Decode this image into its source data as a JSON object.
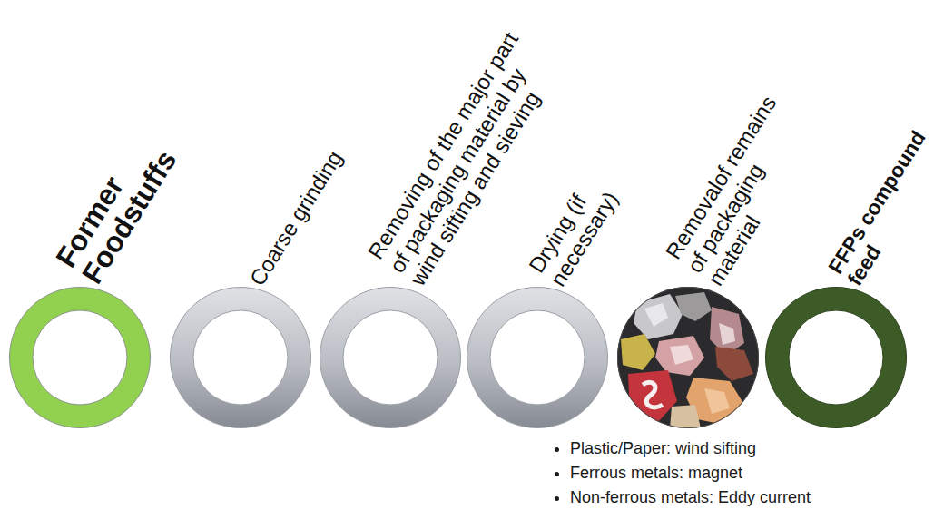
{
  "diagram": {
    "nodes": [
      {
        "text": [
          "Former Foodstuffs"
        ]
      },
      {
        "text": [
          "Coarse grinding"
        ]
      },
      {
        "text": [
          "Removing of the major part of packaging material by wind sifting and sieving"
        ]
      },
      {
        "text": [
          "Drying (if necessary)"
        ]
      },
      {
        "text": [
          "Removalof remains of packaging material"
        ]
      },
      {
        "text": [
          "FFPs compound feed"
        ]
      }
    ],
    "labels": [
      "Plastic/Paper: wind sifting",
      "Ferrous metals: magnet",
      "Non-ferrous metals: Eddy current"
    ]
  }
}
